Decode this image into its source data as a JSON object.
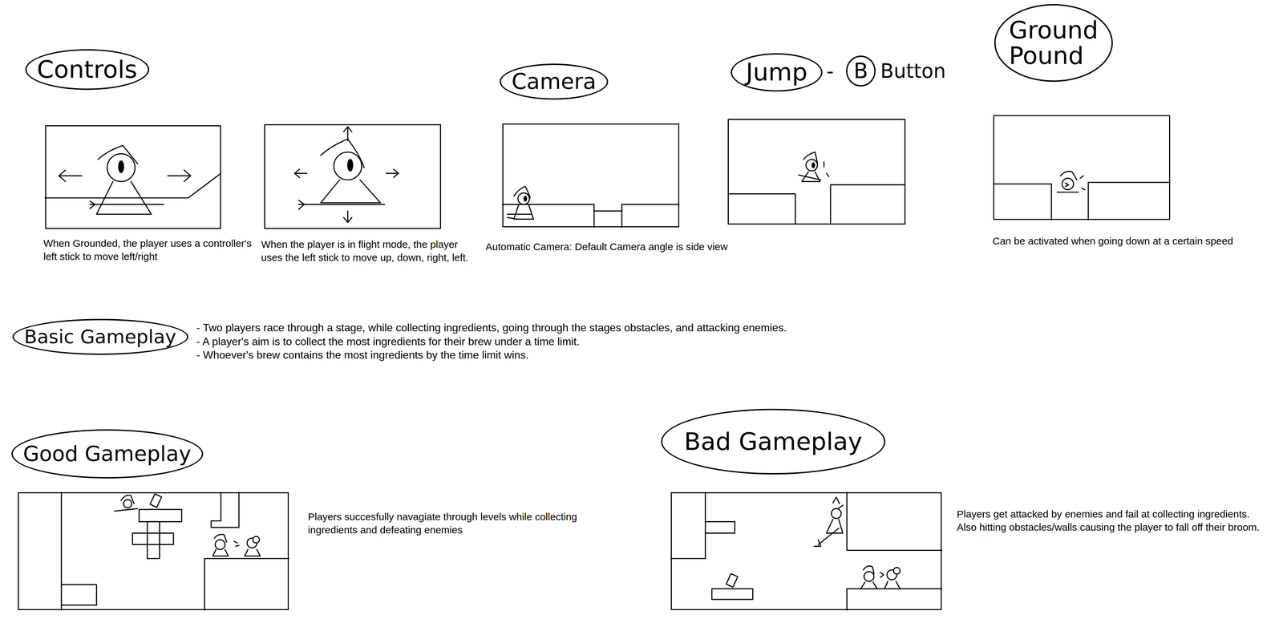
{
  "diagram": {
    "nodes": [
      {
        "text": [
          "Controls"
        ]
      },
      {
        "text": [
          "When Grounded, the player uses a controller's left stick to move left/right"
        ]
      },
      {
        "text": [
          "When the player is in flight mode, the player uses the left stick to move up, down, right, left."
        ]
      },
      {
        "text": [
          "Camera"
        ]
      },
      {
        "text": [
          "Automatic Camera: Default Camera angle is side view"
        ]
      },
      {
        "text": [
          "Jump"
        ]
      },
      {
        "text": [
          "B"
        ]
      },
      {
        "text": [
          "Ground Pound"
        ]
      },
      {
        "text": [
          "Can be activated when going down at a certain speed"
        ]
      },
      {
        "text": [
          "Basic Gameplay"
        ]
      },
      {
        "text": [
          "Good Gameplay"
        ]
      },
      {
        "text": [
          "Players succesfully navagiate through levels while collecting ingredients and defeating enemies"
        ]
      },
      {
        "text": [
          "Bad Gameplay"
        ]
      },
      {
        "text": [
          "Players get attacked by enemies and fail at collecting ingredients. Also hitting obstacles/walls causing the player to fall off their broom."
        ]
      }
    ],
    "edges": [],
    "labels": [
      "-",
      "Button",
      "- Two players race through a stage, while collecting ingredients, going through the stages obstacles, and attacking enemies.",
      "- A player's aim is to collect the most ingredients for their brew under a time limit.",
      "- Whoever's brew contains the most ingredients by the time limit wins."
    ]
  }
}
